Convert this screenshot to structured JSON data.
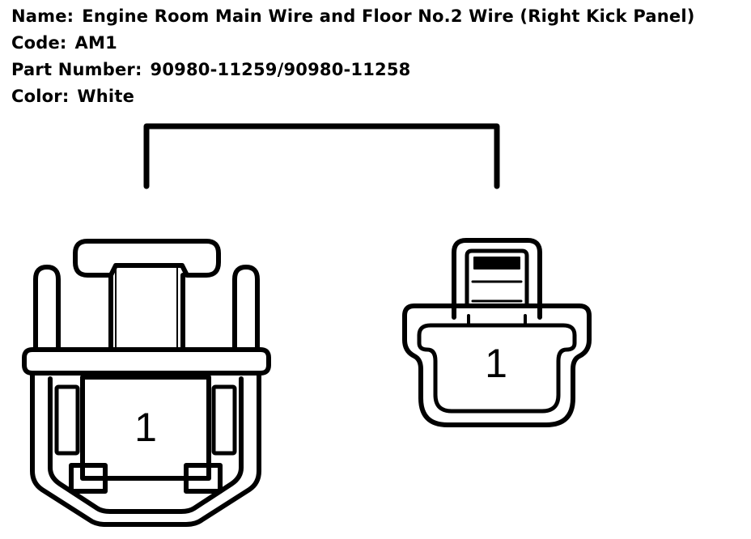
{
  "connector_info": {
    "name_label": "Name:",
    "name_value": "Engine Room Main Wire and Floor No.2 Wire (Right Kick Panel)",
    "code_label": "Code:",
    "code_value": "AM1",
    "part_number_label": "Part Number:",
    "part_number_value": "90980-11259/90980-11258",
    "color_label": "Color:",
    "color_value": "White"
  },
  "connectors": [
    {
      "side": "left",
      "pin_label": "1"
    },
    {
      "side": "right",
      "pin_label": "1"
    }
  ]
}
